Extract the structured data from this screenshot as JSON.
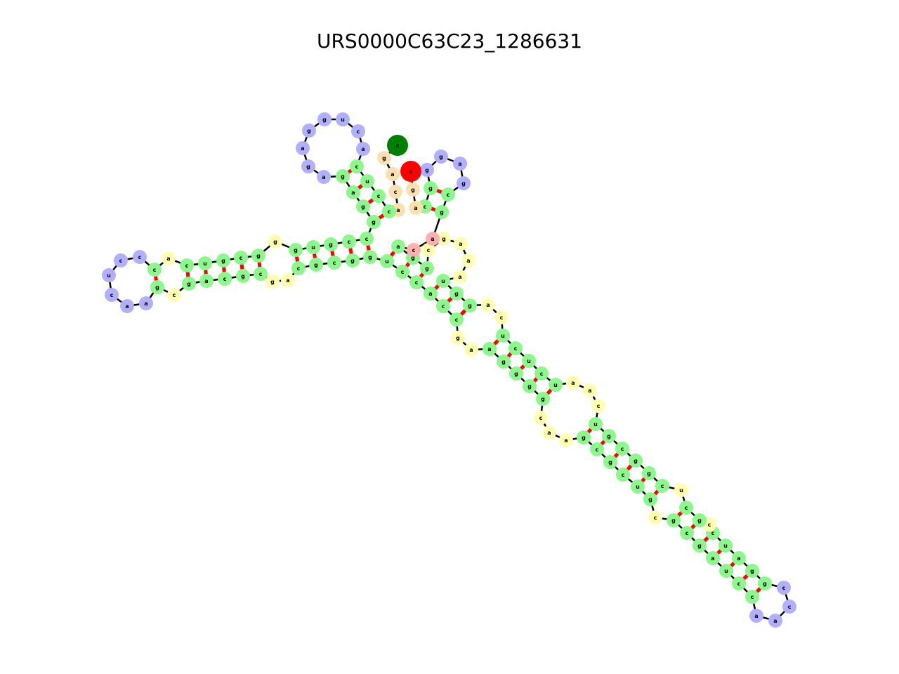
{
  "title": "URS0000C63C23_1286631",
  "colors": {
    "stem": "#8cf88c",
    "hairpin_loop": "#b0b0ff",
    "internal_loop": "#ffffb0",
    "dangling_end": "#fde0b0",
    "multiloop_junction": "#ffb0b0",
    "five_prime": "#008000",
    "three_prime": "#ff0000",
    "backbone": "#000000",
    "base_pair": "#ff0000"
  },
  "bases": [
    "c",
    "g",
    "a",
    "c",
    "a",
    "c",
    "c",
    "u",
    "c",
    "a",
    "c",
    "u",
    "g",
    "g",
    "a",
    "g",
    "a",
    "g",
    "a",
    "g",
    "g",
    "c",
    "c",
    "g",
    "u",
    "g",
    "g",
    "g",
    "c",
    "g",
    "u",
    "c",
    "a",
    "c",
    "c",
    "c",
    "u",
    "c",
    "a",
    "a",
    "g",
    "c",
    "g",
    "a",
    "c",
    "g",
    "c",
    "g",
    "a",
    "c",
    "g",
    "c",
    "g",
    "g",
    "u",
    "c",
    "c",
    "a",
    "c",
    "c",
    "g",
    "a",
    "a",
    "g",
    "g",
    "g",
    "g",
    "c",
    "a",
    "a",
    "g",
    "c",
    "g",
    "c",
    "u",
    "g",
    "c",
    "g",
    "c",
    "g",
    "a",
    "u",
    "c",
    "c",
    "a",
    "a",
    "c",
    "c",
    "g",
    "g",
    "a",
    "u",
    "c",
    "c",
    "g",
    "c",
    "u",
    "c",
    "g",
    "g",
    "c",
    "g",
    "u",
    "c",
    "a",
    "a",
    "u",
    "c",
    "u",
    "c",
    "u",
    "c",
    "a",
    "g",
    "g",
    "u",
    "a",
    "a",
    "a",
    "g",
    "c",
    "g",
    "g",
    "a",
    "c",
    "a",
    "g",
    "c",
    "g",
    "a",
    "g",
    "g",
    "g",
    "c",
    "a",
    "g",
    "c"
  ]
}
